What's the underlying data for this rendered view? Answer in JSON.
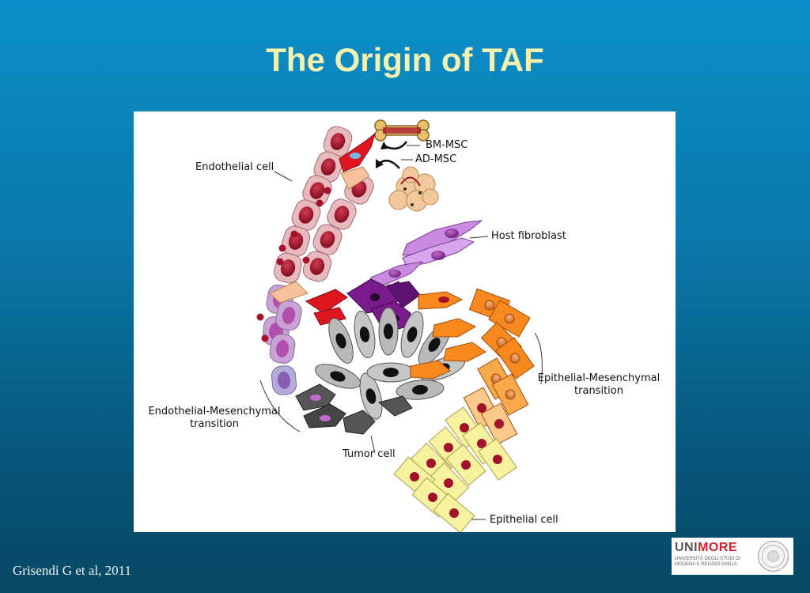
{
  "slide": {
    "title": "The Origin of TAF",
    "citation": "Grisendi G et al, 2011"
  },
  "figure": {
    "labels": {
      "bm_msc": "BM-MSC",
      "ad_msc": "AD-MSC",
      "endothelial_cell": "Endothelial cell",
      "host_fibroblast": "Host fibroblast",
      "emt_line1": "Epithelial-Mesenchymal",
      "emt_line2": "transition",
      "endomt_line1": "Endothelial-Mesenchymal",
      "endomt_line2": "transition",
      "tumor_cell": "Tumor cell",
      "epithelial_cell": "Epithelial cell"
    }
  },
  "logo": {
    "uni": "UNI",
    "more": "MORE",
    "line1": "UNIVERSITÀ DEGLI STUDI DI",
    "line2": "MODENA E REGGIO EMILIA"
  },
  "colors": {
    "title": "#f4f0b0",
    "background_top": "#0b8fc8",
    "background_bottom": "#064863",
    "endothelial": "#e8b9bd",
    "nucleus_red": "#a3112a",
    "fibroblast_purple": "#c98be0",
    "tumor_gray": "#b9b9b9",
    "emt_orange": "#f7891f",
    "epithelial_yellow": "#f7f2a0"
  }
}
